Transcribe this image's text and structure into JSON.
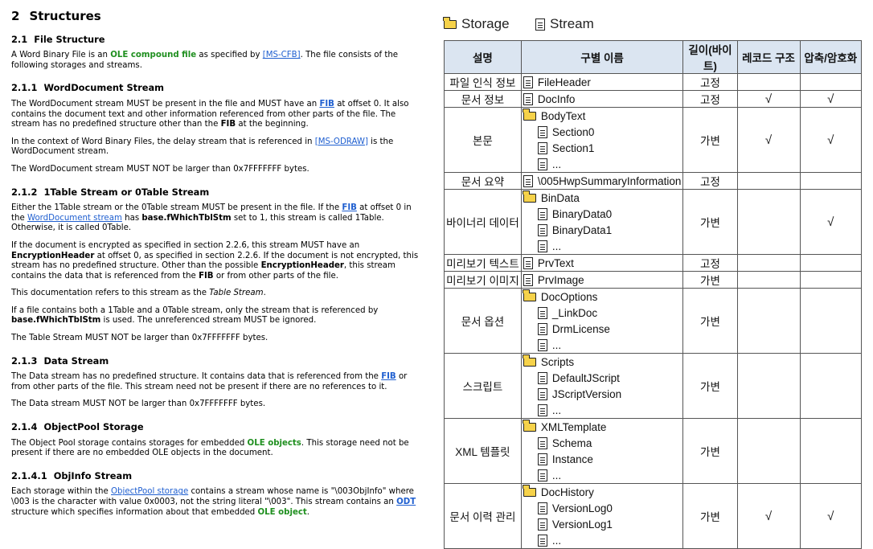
{
  "left": {
    "h1": {
      "num": "2",
      "text": "Structures"
    },
    "s21": {
      "num": "2.1",
      "title": "File Structure",
      "p1": {
        "a": "A Word Binary File is an ",
        "b": "OLE compound file",
        "c": " as specified by ",
        "d": "[MS-CFB]",
        "e": ". The file consists of the following storages and streams."
      }
    },
    "s211": {
      "num": "2.1.1",
      "title": "WordDocument Stream",
      "p1": {
        "a": "The WordDocument stream MUST be present in the file and MUST have an ",
        "b": "FIB",
        "c": " at offset 0. It also contains the document text and other information referenced from other parts of the file. The stream has no predefined structure other than the ",
        "d": "FIB",
        "e": " at the beginning."
      },
      "p2": {
        "a": "In the context of Word Binary Files, the delay stream that is referenced in ",
        "b": "[MS-ODRAW]",
        "c": " is the WordDocument stream."
      },
      "p3": "The WordDocument stream MUST NOT be larger than 0x7FFFFFFF bytes."
    },
    "s212": {
      "num": "2.1.2",
      "title": "1Table Stream or 0Table Stream",
      "p1": {
        "a": "Either the 1Table stream or the 0Table stream MUST be present in the file. If the ",
        "b": "FIB",
        "c": " at offset 0 in the ",
        "d": "WordDocument stream",
        "e": " has ",
        "f": "base.fWhichTblStm",
        "g": " set to 1, this stream is called 1Table. Otherwise, it is called 0Table."
      },
      "p2": {
        "a": "If the document is encrypted as specified in section 2.2.6, this stream MUST have an ",
        "b": "EncryptionHeader",
        "c": " at offset 0, as specified in section 2.2.6. If the document is not encrypted, this stream has no predefined structure. Other than the possible ",
        "d": "EncryptionHeader",
        "e": ", this stream contains the data that is referenced from the ",
        "f": "FIB",
        "g": " or from other parts of the file."
      },
      "p3": {
        "a": "This documentation refers to this stream as the ",
        "b": "Table Stream",
        "c": "."
      },
      "p4": {
        "a": "If a file contains both a 1Table and a 0Table stream, only the stream that is referenced by ",
        "b": "base.fWhichTblStm",
        "c": " is used. The unreferenced stream MUST be ignored."
      },
      "p5": "The Table Stream MUST NOT be larger than 0x7FFFFFFF bytes."
    },
    "s213": {
      "num": "2.1.3",
      "title": "Data Stream",
      "p1": {
        "a": "The Data stream has no predefined structure. It contains data that is referenced from the ",
        "b": "FIB",
        "c": " or from other parts of the file. This stream need not be present if there are no references to it."
      },
      "p2": "The Data stream MUST NOT be larger than 0x7FFFFFFF bytes."
    },
    "s214": {
      "num": "2.1.4",
      "title": "ObjectPool Storage",
      "p1": {
        "a": "The Object Pool storage contains storages for embedded ",
        "b": "OLE objects",
        "c": ". This storage need not be present if there are no embedded OLE objects in the document."
      }
    },
    "s2141": {
      "num": "2.1.4.1",
      "title": "ObjInfo Stream",
      "p1": {
        "a": "Each storage within the ",
        "b": "ObjectPool storage",
        "c": " contains a stream whose name is \"\\003ObjInfo\" where \\003 is the character with value 0x0003, not the string literal \"\\003\". This stream contains an ",
        "d": "ODT",
        "e": " structure which specifies information about that embedded ",
        "f": "OLE object",
        "g": "."
      }
    }
  },
  "legend": {
    "storage": "Storage",
    "stream": "Stream"
  },
  "table": {
    "headers": [
      "설명",
      "구별 이름",
      "길이(바이트)",
      "레코드 구조",
      "압축/암호화"
    ],
    "check": "√",
    "rows": [
      {
        "desc": "파일 인식 정보",
        "items": [
          {
            "type": "stream",
            "name": "FileHeader",
            "sub": false
          }
        ],
        "len": "고정",
        "rec": false,
        "enc": false
      },
      {
        "desc": "문서 정보",
        "items": [
          {
            "type": "stream",
            "name": "DocInfo",
            "sub": false
          }
        ],
        "len": "고정",
        "rec": true,
        "enc": true
      },
      {
        "desc": "본문",
        "items": [
          {
            "type": "storage",
            "name": "BodyText",
            "sub": false
          },
          {
            "type": "stream",
            "name": "Section0",
            "sub": true
          },
          {
            "type": "stream",
            "name": "Section1",
            "sub": true
          },
          {
            "type": "stream",
            "name": "...",
            "sub": true
          }
        ],
        "len": "가변",
        "rec": true,
        "enc": true
      },
      {
        "desc": "문서 요약",
        "items": [
          {
            "type": "stream",
            "name": "\\005HwpSummaryInformation",
            "sub": false
          }
        ],
        "len": "고정",
        "rec": false,
        "enc": false
      },
      {
        "desc": "바이너리 데이터",
        "items": [
          {
            "type": "storage",
            "name": "BinData",
            "sub": false
          },
          {
            "type": "stream",
            "name": "BinaryData0",
            "sub": true
          },
          {
            "type": "stream",
            "name": "BinaryData1",
            "sub": true
          },
          {
            "type": "stream",
            "name": "...",
            "sub": true
          }
        ],
        "len": "가변",
        "rec": false,
        "enc": true
      },
      {
        "desc": "미리보기 텍스트",
        "items": [
          {
            "type": "stream",
            "name": "PrvText",
            "sub": false
          }
        ],
        "len": "고정",
        "rec": false,
        "enc": false
      },
      {
        "desc": "미리보기 이미지",
        "items": [
          {
            "type": "stream",
            "name": "PrvImage",
            "sub": false
          }
        ],
        "len": "가변",
        "rec": false,
        "enc": false
      },
      {
        "desc": "문서 옵션",
        "items": [
          {
            "type": "storage",
            "name": "DocOptions",
            "sub": false
          },
          {
            "type": "stream",
            "name": "_LinkDoc",
            "sub": true
          },
          {
            "type": "stream",
            "name": "DrmLicense",
            "sub": true
          },
          {
            "type": "stream",
            "name": "...",
            "sub": true
          }
        ],
        "len": "가변",
        "rec": false,
        "enc": false
      },
      {
        "desc": "스크립트",
        "items": [
          {
            "type": "storage",
            "name": "Scripts",
            "sub": false
          },
          {
            "type": "stream",
            "name": "DefaultJScript",
            "sub": true
          },
          {
            "type": "stream",
            "name": "JScriptVersion",
            "sub": true
          },
          {
            "type": "stream",
            "name": "...",
            "sub": true
          }
        ],
        "len": "가변",
        "rec": false,
        "enc": false
      },
      {
        "desc": "XML 템플릿",
        "items": [
          {
            "type": "storage",
            "name": "XMLTemplate",
            "sub": false
          },
          {
            "type": "stream",
            "name": "Schema",
            "sub": true
          },
          {
            "type": "stream",
            "name": "Instance",
            "sub": true
          },
          {
            "type": "stream",
            "name": "...",
            "sub": true
          }
        ],
        "len": "가변",
        "rec": false,
        "enc": false
      },
      {
        "desc": "문서 이력 관리",
        "items": [
          {
            "type": "storage",
            "name": "DocHistory",
            "sub": false
          },
          {
            "type": "stream",
            "name": "VersionLog0",
            "sub": true
          },
          {
            "type": "stream",
            "name": "VersionLog1",
            "sub": true
          },
          {
            "type": "stream",
            "name": "...",
            "sub": true
          }
        ],
        "len": "가변",
        "rec": true,
        "enc": true
      }
    ]
  }
}
